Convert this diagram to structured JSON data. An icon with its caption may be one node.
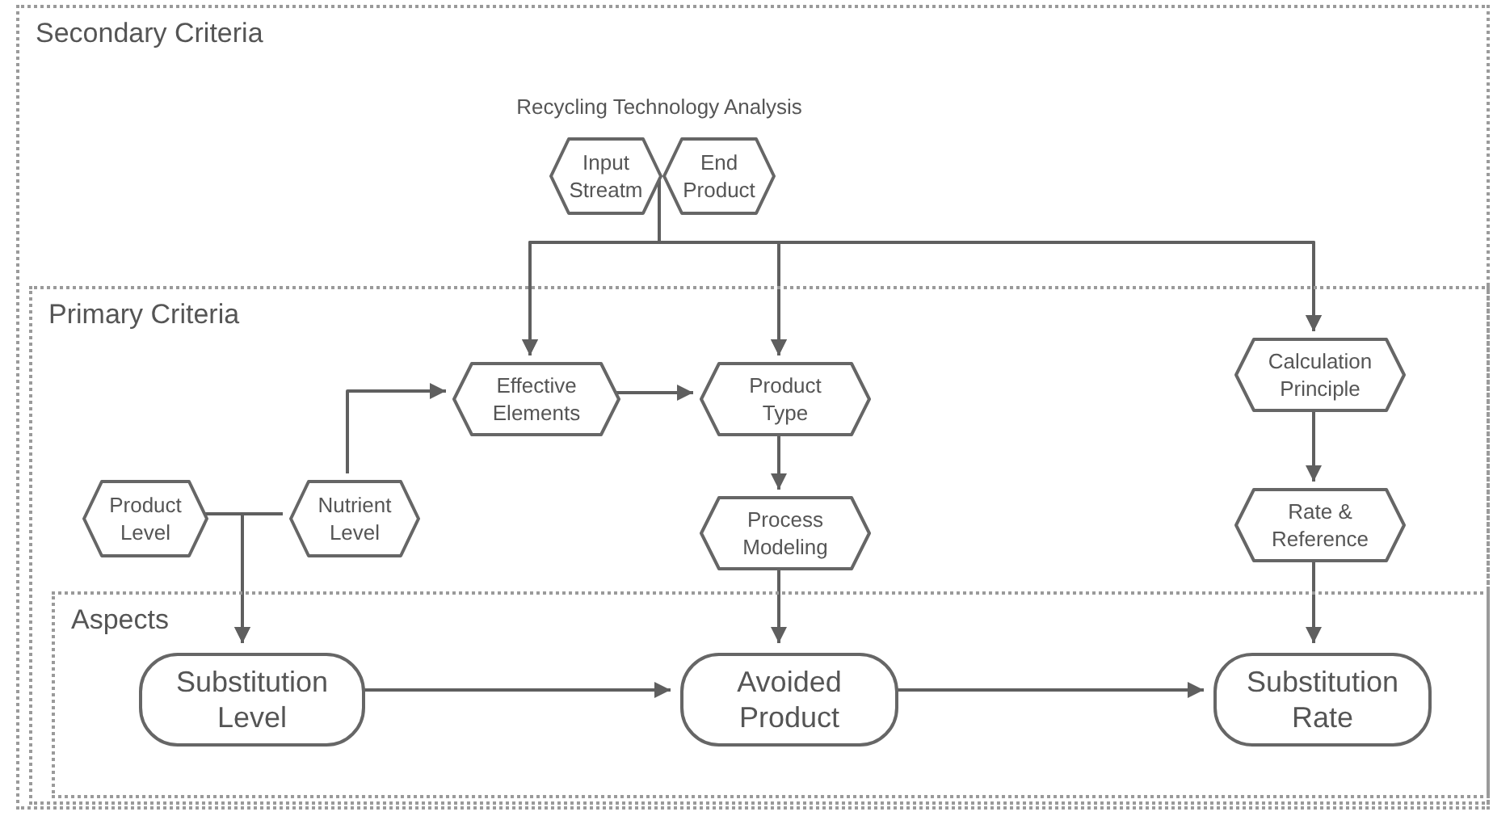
{
  "diagram": {
    "nodes": [
      {
        "text": [
          "Secondary Criteria"
        ]
      },
      {
        "text": [
          "Input Streatm"
        ],
        "in": 0
      },
      {
        "text": [
          "End Product"
        ],
        "in": 0
      },
      {
        "text": [
          "Primary Criteria"
        ],
        "in": 0
      },
      {
        "text": [
          "Effective Elements"
        ],
        "in": 3
      },
      {
        "text": [
          "Product Type"
        ],
        "in": 3
      },
      {
        "text": [
          "Calculation Principle"
        ],
        "in": 3
      },
      {
        "text": [
          "Product Level"
        ],
        "in": 3
      },
      {
        "text": [
          "Nutrient Level"
        ],
        "in": 3
      },
      {
        "text": [
          "Process Modeling"
        ],
        "in": 3
      },
      {
        "text": [
          "Rate & Reference"
        ],
        "in": 3
      },
      {
        "text": [
          "Aspects"
        ],
        "in": 3
      },
      {
        "text": [
          "Substitution Level"
        ],
        "in": 11
      },
      {
        "text": [
          "Avoided Product"
        ],
        "in": 11
      },
      {
        "text": [
          "Substitution Rate"
        ],
        "in": 11
      }
    ],
    "edges": [
      {
        "from": 1,
        "to": 4,
        "arrow": "to"
      },
      {
        "from": 1,
        "to": 5,
        "arrow": "to"
      },
      {
        "from": 1,
        "to": 6,
        "arrow": "to"
      },
      {
        "from": 2,
        "to": 4,
        "arrow": "to"
      },
      {
        "from": 2,
        "to": 5,
        "arrow": "to"
      },
      {
        "from": 2,
        "to": 6,
        "arrow": "to"
      },
      {
        "from": 8,
        "to": 4,
        "arrow": "to"
      },
      {
        "from": 4,
        "to": 5,
        "arrow": "to"
      },
      {
        "from": 5,
        "to": 9,
        "arrow": "to"
      },
      {
        "from": 6,
        "to": 10,
        "arrow": "to"
      },
      {
        "from": 7,
        "to": 12,
        "arrow": "to"
      },
      {
        "from": 8,
        "to": 12,
        "arrow": "to"
      },
      {
        "from": 9,
        "to": 13,
        "arrow": "to"
      },
      {
        "from": 10,
        "to": 14,
        "arrow": "to"
      },
      {
        "from": 12,
        "to": 13,
        "arrow": "to"
      },
      {
        "from": 13,
        "to": 14,
        "arrow": "to"
      }
    ],
    "labels": [
      "Recycling Technology Analysis"
    ]
  }
}
